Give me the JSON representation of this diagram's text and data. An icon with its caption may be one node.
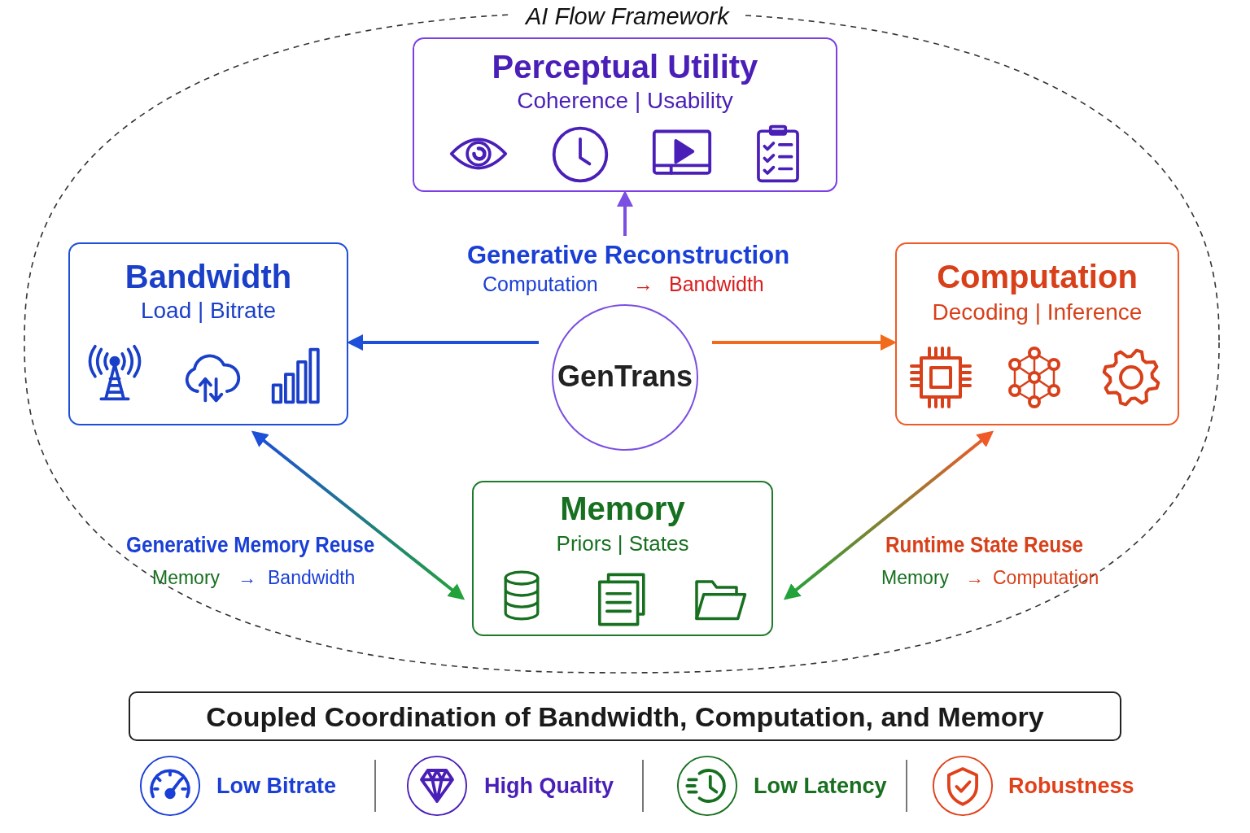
{
  "diagram": {
    "nodes": [
      {
        "text": [
          "AI Flow Framework"
        ]
      },
      {
        "text": [
          "Perceptual Utility",
          "Coherence | Usability"
        ],
        "in": 0
      },
      {
        "text": [
          "Bandwidth",
          "Load | Bitrate"
        ],
        "in": 0
      },
      {
        "text": [
          "GenTrans"
        ],
        "in": 0,
        "beside": [
          "Generative Reconstruction",
          "Computation",
          "→",
          "Bandwidth"
        ]
      },
      {
        "text": [
          "Computation",
          "Decoding | Inference"
        ],
        "in": 0
      },
      {
        "text": [
          "Memory",
          "Priors | States"
        ],
        "in": 0
      },
      {
        "text": [
          "Coupled Coordination of Bandwidth, Computation, and Memory"
        ]
      }
    ],
    "edges": [
      {
        "from": 3,
        "to": 1,
        "arrow": "to",
        "color": "#7b4fe0"
      },
      {
        "from": 3,
        "to": 2,
        "arrow": "to",
        "color": "#1d4fd8"
      },
      {
        "from": 3,
        "to": 4,
        "arrow": "to",
        "color": "#f26a1b"
      },
      {
        "from": 5,
        "to": 2,
        "arrow": "both",
        "color": "#22a33a"
      },
      {
        "from": 5,
        "to": 4,
        "arrow": "both",
        "color": "#22a33a"
      }
    ],
    "labels": [
      "Generative Memory Reuse",
      "Runtime State Reuse",
      "Memory",
      "→",
      "Bandwidth",
      "Memory",
      "→",
      "Computation",
      "Low Bitrate",
      "High Quality",
      "Low Latency",
      "Robustness"
    ]
  }
}
